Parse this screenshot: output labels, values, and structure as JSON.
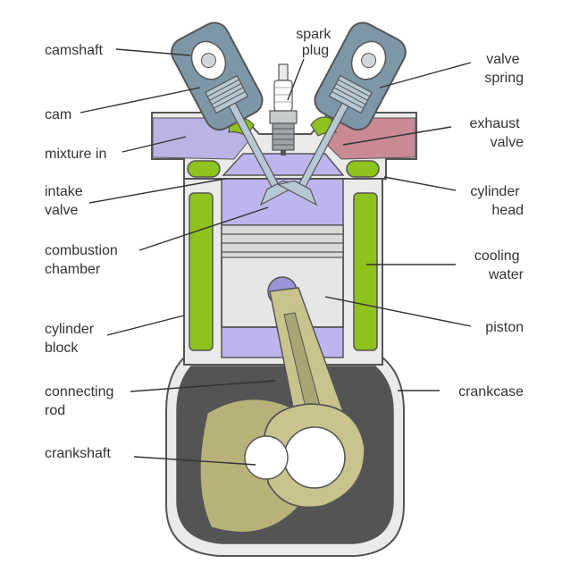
{
  "labels": {
    "camshaft": "camshaft",
    "spark_plug": [
      "spark",
      "plug"
    ],
    "valve_spring": [
      "valve",
      "spring"
    ],
    "cam": "cam",
    "exhaust_valve": [
      "exhaust",
      "valve"
    ],
    "mixture_in": "mixture in",
    "intake_valve": [
      "intake",
      "valve"
    ],
    "cylinder_head": [
      "cylinder",
      "head"
    ],
    "combustion_chamber": [
      "combustion",
      "chamber"
    ],
    "cooling_water": [
      "cooling",
      "water"
    ],
    "piston": "piston",
    "cylinder_block": [
      "cylinder",
      "block"
    ],
    "connecting_rod": [
      "connecting",
      "rod"
    ],
    "crankcase": "crankcase",
    "crankshaft": "crankshaft"
  },
  "colors": {
    "metal_light": "#e9ebe9",
    "outline": "#555555",
    "cam_housing": "#7d97a7",
    "valve_metal": "#b7c8d4",
    "intake_gas": "#b9b4e3",
    "exhaust_gas": "#c98a93",
    "chamber": "#bdb6ee",
    "coolant": "#8ec21c",
    "crankcase": "#545454",
    "rod": "#c9c48d",
    "crank_web": "#b7b27a",
    "pin": "#9b94d6"
  }
}
